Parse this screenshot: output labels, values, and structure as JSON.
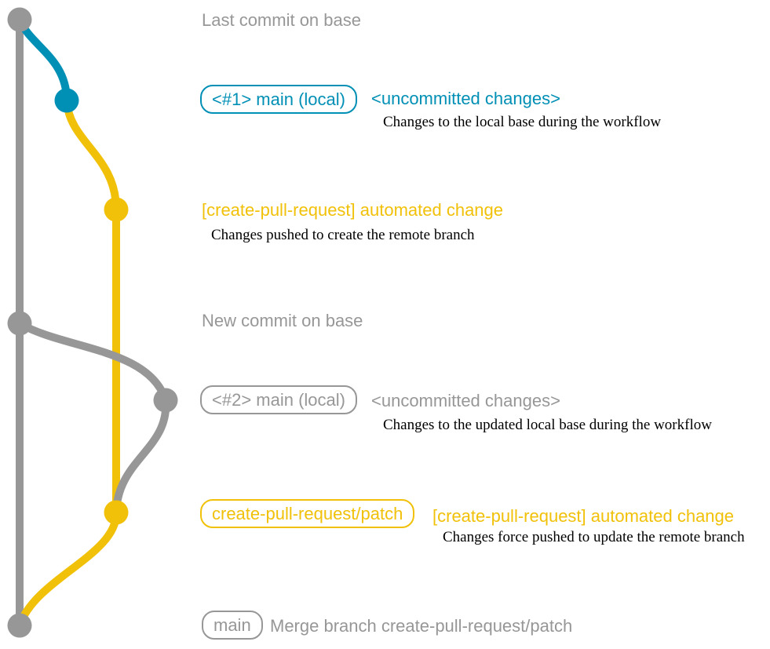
{
  "colors": {
    "background": "#ffffff",
    "gray": "#979797",
    "blue": "#008fb5",
    "yellow": "#f1c109",
    "caption": "#000000"
  },
  "graph": {
    "branches": [
      {
        "name": "base",
        "color_name": "gray"
      },
      {
        "name": "local-main",
        "color_name": "blue"
      },
      {
        "name": "create-pull-request-patch",
        "color_name": "yellow"
      }
    ],
    "commit_count": 7
  },
  "rows": {
    "last_commit": {
      "message": "Last commit on base"
    },
    "uncommitted_1": {
      "badge": "<#1> main (local)",
      "heading": "<uncommitted changes>",
      "caption": "Changes to the local base during the workflow"
    },
    "automated_change_1": {
      "heading": "[create-pull-request] automated change",
      "caption": "Changes pushed to create the remote branch"
    },
    "new_commit": {
      "message": "New commit on base"
    },
    "uncommitted_2": {
      "badge": "<#2> main (local)",
      "heading": "<uncommitted changes>",
      "caption": "Changes to the updated local base during the workflow"
    },
    "automated_change_2": {
      "badge": "create-pull-request/patch",
      "heading": "[create-pull-request] automated change",
      "caption": "Changes force pushed to update the remote branch"
    },
    "merge": {
      "badge": "main",
      "message": "Merge branch create-pull-request/patch"
    }
  }
}
